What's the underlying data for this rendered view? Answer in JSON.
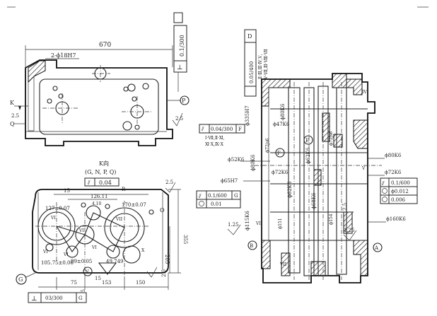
{
  "top_view": {
    "dim_width": "670",
    "hole_label": "2-ϕ18H7",
    "frame_symbol": "⊥",
    "frame_value": "0.1/300",
    "datum_p": "P",
    "datum_k": "K",
    "datum_q": "Q",
    "rough_a": "2.5",
    "rough_b": "2.5"
  },
  "bottom_view": {
    "view_title": "K向",
    "view_subtitle": "(G, N, P, Q)",
    "flat_frame_symbol": "⫽",
    "flat_frame_value": "0.04",
    "radius_label": "R",
    "dim_15": "15",
    "dim_12611": "126.11",
    "dim_127": "127±0.07",
    "dim_170": "170±0.07",
    "dim_105": "105.75±0.06",
    "dim_99": "99±0.05",
    "dim_49": "49.749",
    "dim_410": "4.10",
    "dim_75": "75",
    "dim_153": "153",
    "dim_150": "150",
    "dim_205": "205",
    "dim_355": "355",
    "dim_15b": "15",
    "dim_25": "25",
    "rough_top": "2.5",
    "rough_right": "2.5",
    "datum_g": "G",
    "datum_n": "N",
    "label_o": "O",
    "perp_symbol": "⊥",
    "perp_value": "03/300",
    "perp_datum": "G",
    "roman_labels": [
      "VI",
      "VI",
      "VII",
      "X",
      "VI",
      "VI",
      "VI"
    ]
  },
  "section_view": {
    "d_frame_value": "0.05/400",
    "d_frame_datum": "D",
    "d_roman_1": "Ⅱ·Ⅲ,Ⅲ·Ⅳ,Ⅴ,",
    "d_roman_2": "Ⅴ·Ⅶ,Ⅲ·Ⅷ·Ⅶ",
    "f_frame_value": "0.04/300",
    "f_frame_datum": "F",
    "f_roman_1": "Ⅰ·Ⅶ,Ⅱ·Ⅺ,",
    "f_roman_2": "Ⅺ·Ⅹ,Ⅸ·Ⅹ",
    "left_frame_value_1": "0.1/600",
    "left_frame_datum": "G",
    "left_frame_value_2": "0.01",
    "right_frame_value_1": "0.1/600",
    "right_frame_value_2": "ϕ0.012",
    "right_frame_value_3": "0.006",
    "dia_335": "ϕ335H7",
    "dia_47": "ϕ47K6",
    "dia_80a": "ϕ80K6",
    "dia_80b": "ϕ80K6",
    "dia_52": "ϕ52K6",
    "dia_72": "ϕ72K6",
    "dia_72a": "ϕ72K6",
    "dia_65": "ϕ65H7",
    "dia_62": "ϕ62K6",
    "dia_62b": "ϕ62K6",
    "dia_115": "ϕ115K6",
    "dia_160": "ϕ160K6",
    "dia_68": "ϕ68K6",
    "dia_154": "ϕ154",
    "dia_151": "ϕ151",
    "dia_72s": "ϕ72js6",
    "dia_80k": "ϕ80K6",
    "dia_7232": "ϕ72js6",
    "label_e": "E",
    "label_f": "F",
    "label_b": "B",
    "label_a": "A",
    "rough_125a": "1.25",
    "rough_125b": "1.25",
    "rough_25": "2.5",
    "roman_vi": "VI",
    "roman_vii": "VII",
    "roman_iv": "IV",
    "roman_v": "V"
  }
}
